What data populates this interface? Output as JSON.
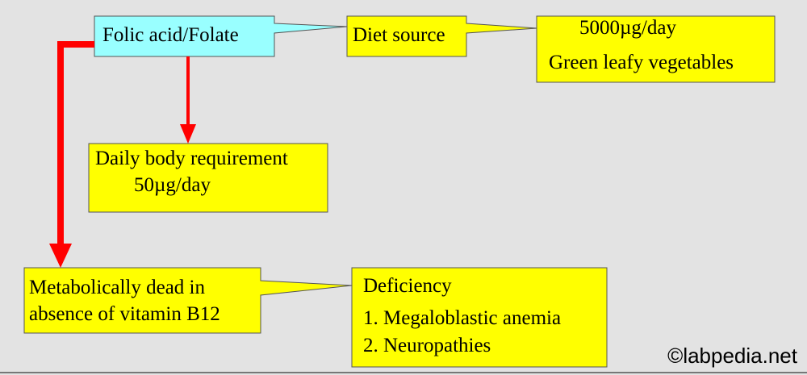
{
  "nodes": {
    "folic": {
      "label": "Folic acid/Folate",
      "color": "#99ffff"
    },
    "diet": {
      "label": "Diet source",
      "color": "#ffff00"
    },
    "diet_detail": {
      "amount": "5000µg/day",
      "source": "Green leafy vegetables",
      "color": "#ffff00"
    },
    "daily": {
      "title": "Daily body requirement",
      "amount": "50µg/day",
      "color": "#ffff00"
    },
    "metabolic": {
      "line1": "Metabolically dead in",
      "line2": "absence of vitamin B12",
      "color": "#ffff00"
    },
    "deficiency": {
      "title": "Deficiency",
      "item1": "1. Megaloblastic anemia",
      "item2": "2. Neuropathies",
      "color": "#ffff00"
    }
  },
  "arrow_color": "#ff0000",
  "background": "#e3e3e3",
  "watermark": "©labpedia.net"
}
